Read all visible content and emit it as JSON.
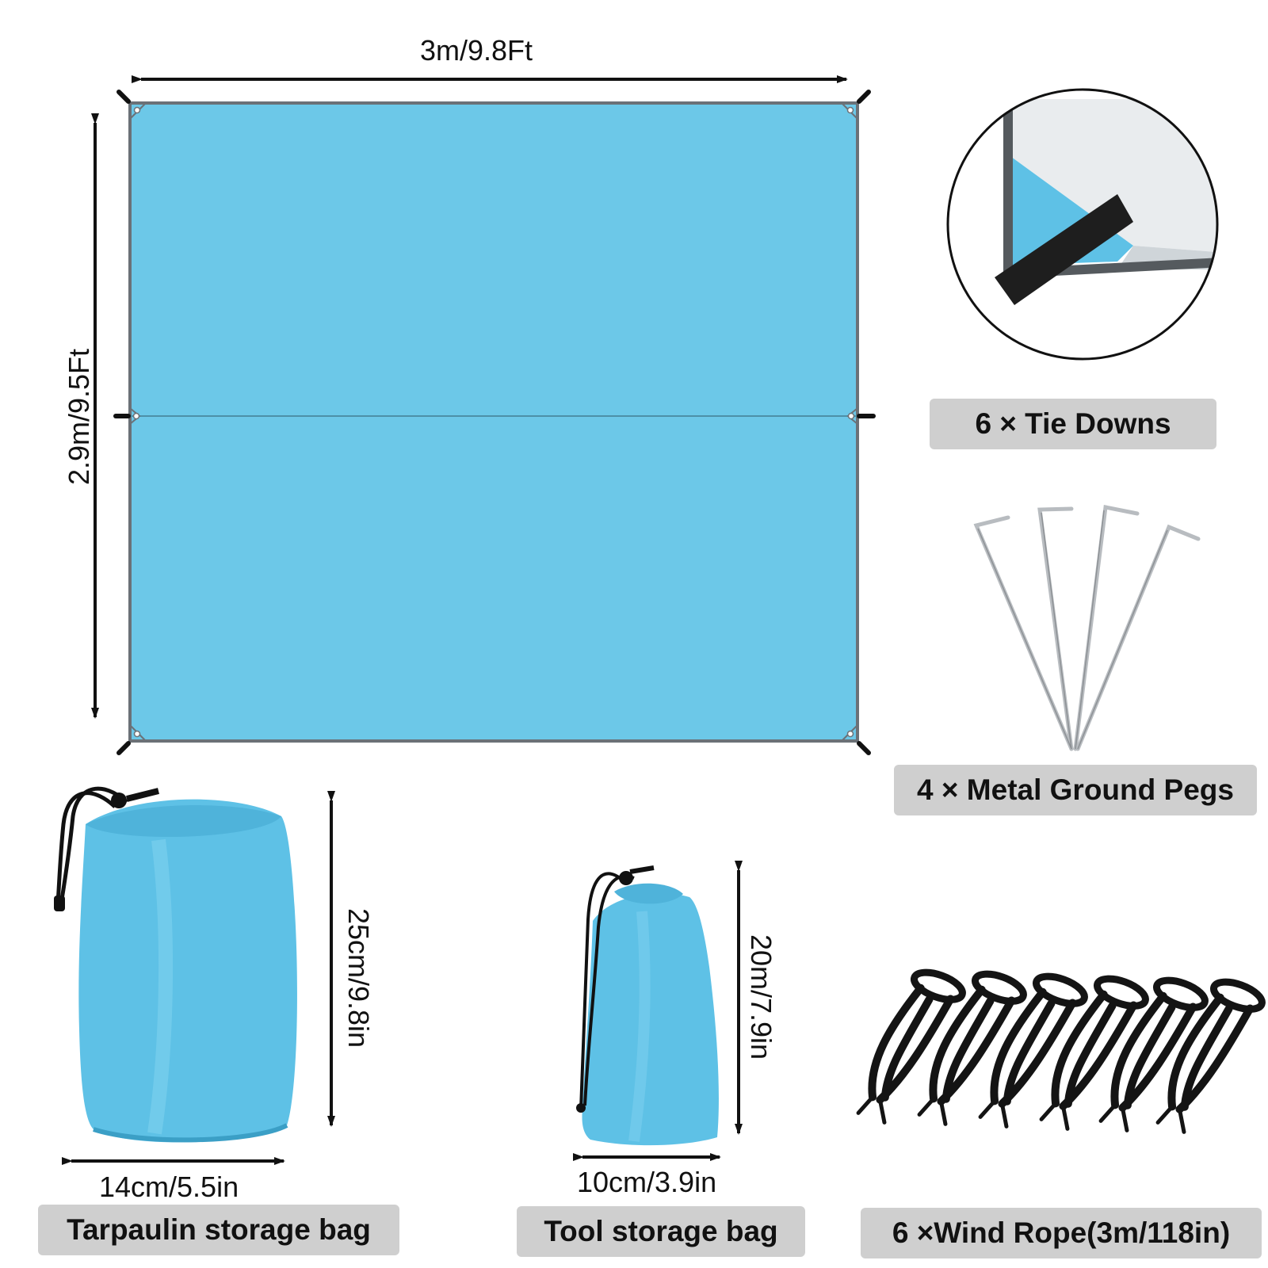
{
  "tarp": {
    "width_label": "3m/9.8Ft",
    "height_label": "2.9m/9.5Ft",
    "color": "#6cc8e8",
    "border_color": "#6b7177"
  },
  "tie_downs": {
    "label": "6 × Tie Downs"
  },
  "ground_pegs": {
    "label": "4 × Metal Ground Pegs"
  },
  "tarp_bag": {
    "height_label": "25cm/9.8in",
    "width_label": "14cm/5.5in",
    "label": "Tarpaulin storage bag",
    "color": "#5ec1e6"
  },
  "tool_bag": {
    "height_label": "20m/7.9in",
    "width_label": "10cm/3.9in",
    "label": "Tool storage bag",
    "color": "#5ec1e6"
  },
  "wind_rope": {
    "label": "6 ×Wind Rope(3m/118in)"
  },
  "colors": {
    "pill_bg": "#cfcfcf",
    "rope": "#141414",
    "peg": "#b8bcc0"
  }
}
